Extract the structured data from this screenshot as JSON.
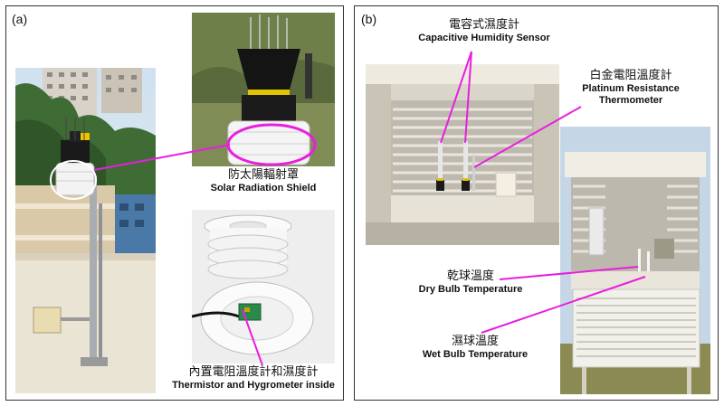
{
  "panel_a": {
    "label": "(a)",
    "caption_shield": {
      "zh": "防太陽輻射罩",
      "en": "Solar Radiation Shield"
    },
    "caption_inside": {
      "zh": "內置電阻溫度計和濕度計",
      "en": "Thermistor and Hygrometer inside"
    }
  },
  "panel_b": {
    "label": "(b)",
    "caption_humidity": {
      "zh": "電容式濕度計",
      "en": "Capacitive Humidity Sensor"
    },
    "caption_platinum": {
      "zh": "白金電阻溫度計",
      "en_line1": "Platinum Resistance",
      "en_line2": "Thermometer"
    },
    "caption_dry": {
      "zh": "乾球溫度",
      "en": "Dry Bulb Temperature"
    },
    "caption_wet": {
      "zh": "濕球溫度",
      "en": "Wet Bulb Temperature"
    }
  },
  "colors": {
    "annotation": "#e81ee0"
  }
}
